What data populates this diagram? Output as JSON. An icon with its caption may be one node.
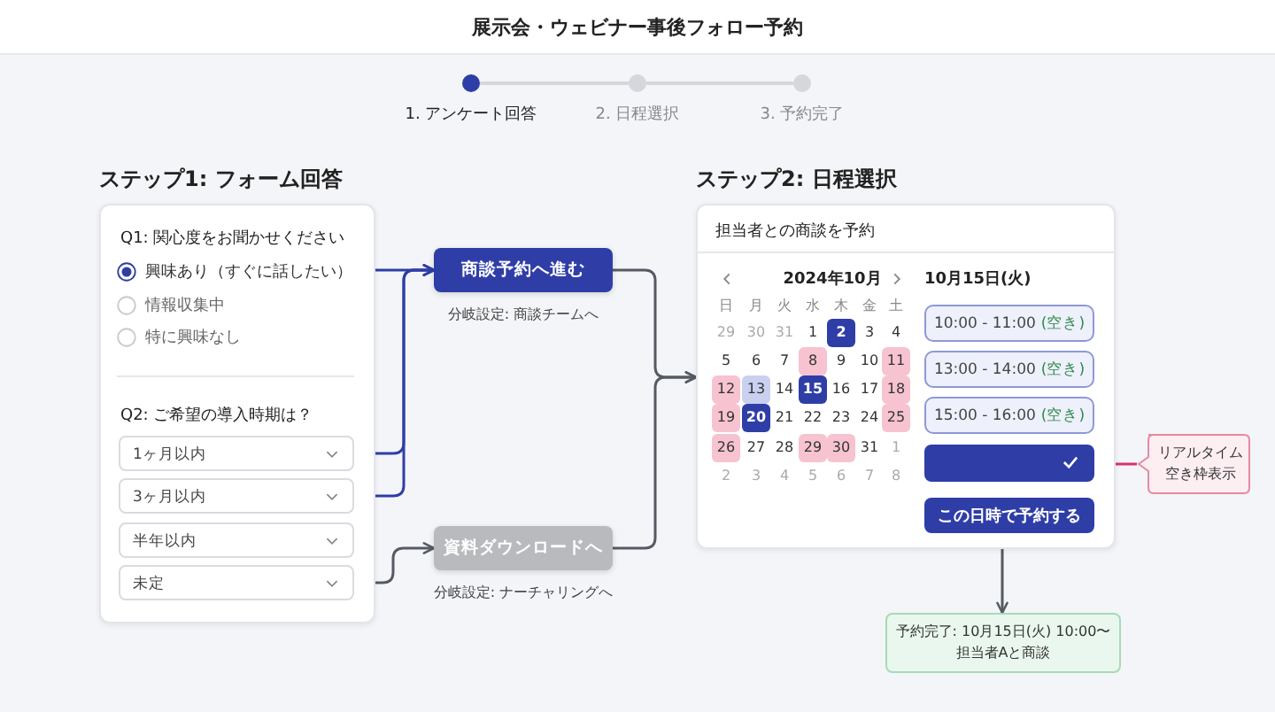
{
  "diagram": {
    "title": "展示会・ウェビナー事後フォロー予約",
    "nodes": [
      {
        "text": [],
        "shape": "circle",
        "beside": [
          "1. アンケート回答"
        ]
      },
      {
        "text": [],
        "shape": "circle",
        "beside": [
          "2. 日程選択"
        ]
      },
      {
        "text": [],
        "shape": "circle",
        "beside": [
          "3. 予約完了"
        ]
      },
      {
        "text": [
          "ステップ1: フォーム回答",
          "Q1: 関心度をお聞かせください",
          "Q2: ご希望の導入時期は？"
        ]
      },
      {
        "text": [
          "興味あり（すぐに話したい）"
        ],
        "in": 3
      },
      {
        "text": [
          "情報収集中"
        ],
        "in": 3
      },
      {
        "text": [
          "特に興味なし"
        ],
        "in": 3
      },
      {
        "text": [
          "1ヶ月以内"
        ],
        "in": 3
      },
      {
        "text": [
          "3ヶ月以内"
        ],
        "in": 3
      },
      {
        "text": [
          "半年以内"
        ],
        "in": 3
      },
      {
        "text": [
          "未定"
        ],
        "in": 3
      },
      {
        "text": [
          "商談予約へ進む"
        ],
        "beside": [
          "分岐設定: 商談チームへ"
        ]
      },
      {
        "text": [
          "資料ダウンロードへ"
        ],
        "beside": [
          "分岐設定: ナーチャリングへ"
        ]
      },
      {
        "text": [
          "ステップ2: 日程選択",
          "担当者との商談を予約"
        ]
      },
      {
        "text": [
          "10:00 - 11:00",
          "(空き)"
        ],
        "in": 13
      },
      {
        "text": [
          "13:00 - 14:00",
          "(空き)"
        ],
        "in": 13
      },
      {
        "text": [
          "15:00 - 16:00",
          "(空き)"
        ],
        "in": 13
      },
      {
        "text": [],
        "shape": "box",
        "in": 13
      },
      {
        "text": [
          "この日時で予約する"
        ],
        "in": 13
      },
      {
        "text": [
          "リアルタイム空き枠表示"
        ]
      },
      {
        "text": [
          "予約完了: 10月15日(火) 10:00〜担当者Aと商談"
        ]
      }
    ],
    "edges": [
      {
        "from": 0,
        "to": 1,
        "arrow": "none",
        "color": "#d5d7dc"
      },
      {
        "from": 1,
        "to": 2,
        "arrow": "none",
        "color": "#d5d7dc"
      },
      {
        "from": 4,
        "to": 11,
        "arrow": "to",
        "color": "#2f3ea6"
      },
      {
        "from": 7,
        "to": 11,
        "arrow": "to",
        "color": "#2f3ea6"
      },
      {
        "from": 8,
        "to": 11,
        "arrow": "to",
        "color": "#2f3ea6"
      },
      {
        "from": 10,
        "to": 12,
        "arrow": "to"
      },
      {
        "from": 11,
        "to": 13,
        "arrow": "to"
      },
      {
        "from": 12,
        "to": 13,
        "arrow": "to"
      },
      {
        "from": 13,
        "to": 20,
        "arrow": "to"
      },
      {
        "from": 19,
        "to": 17,
        "arrow": "other",
        "color": "#d6336c"
      }
    ],
    "labels": [
      "2024年10月",
      "10月15日(火)",
      "日",
      "月",
      "火",
      "水",
      "木",
      "金",
      "土",
      "29",
      "30",
      "31",
      "1",
      "2",
      "3",
      "4",
      "5",
      "6",
      "7",
      "8",
      "9",
      "10",
      "11",
      "12",
      "13",
      "14",
      "15",
      "16",
      "17",
      "18",
      "19",
      "20",
      "21",
      "22",
      "23",
      "24",
      "25",
      "26",
      "27",
      "28",
      "29",
      "30",
      "31",
      "1",
      "2",
      "3",
      "4",
      "5",
      "6",
      "7",
      "8"
    ]
  }
}
